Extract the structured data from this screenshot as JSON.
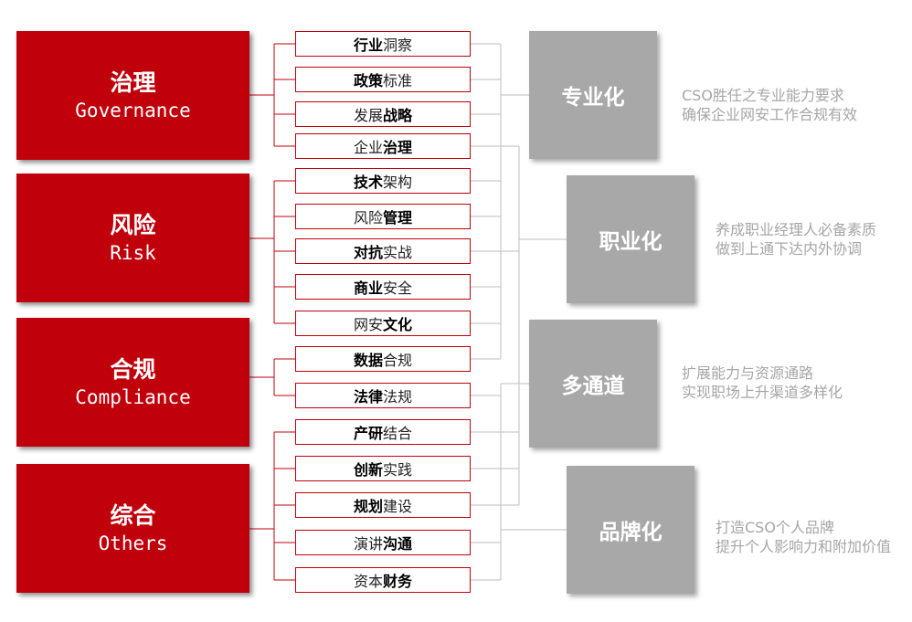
{
  "colors": {
    "category_fill": "#c0000b",
    "item_border": "#c0000b",
    "goal_fill": "#a8a8a8",
    "desc_text": "#a6a6a6",
    "connector_gray": "#bdbdbd"
  },
  "categories": [
    {
      "cn": "治理",
      "en": "Governance"
    },
    {
      "cn": "风险",
      "en": "Risk"
    },
    {
      "cn": "合规",
      "en": "Compliance"
    },
    {
      "cn": "综合",
      "en": "Others"
    }
  ],
  "items": [
    {
      "bold": "行业",
      "normal": "洞察",
      "bold_first": true
    },
    {
      "bold": "政策",
      "normal": "标准",
      "bold_first": true
    },
    {
      "bold": "战略",
      "normal": "发展",
      "bold_first": false
    },
    {
      "bold": "治理",
      "normal": "企业",
      "bold_first": false
    },
    {
      "bold": "技术",
      "normal": "架构",
      "bold_first": true
    },
    {
      "bold": "管理",
      "normal": "风险",
      "bold_first": false
    },
    {
      "bold": "对抗",
      "normal": "实战",
      "bold_first": true
    },
    {
      "bold": "商业",
      "normal": "安全",
      "bold_first": true
    },
    {
      "bold": "文化",
      "normal": "网安",
      "bold_first": false
    },
    {
      "bold": "数据",
      "normal": "合规",
      "bold_first": true
    },
    {
      "bold": "法律",
      "normal": "法规",
      "bold_first": true
    },
    {
      "bold": "产研",
      "normal": "结合",
      "bold_first": true
    },
    {
      "bold": "创新",
      "normal": "实践",
      "bold_first": true
    },
    {
      "bold": "规划",
      "normal": "建设",
      "bold_first": true
    },
    {
      "bold": "沟通",
      "normal": "演讲",
      "bold_first": false
    },
    {
      "bold": "财务",
      "normal": "资本",
      "bold_first": false
    }
  ],
  "goals": [
    {
      "label": "专业化",
      "desc": [
        "CSO胜任之专业能力要求",
        "确保企业网安工作合规有效"
      ]
    },
    {
      "label": "职业化",
      "desc": [
        "养成职业经理人必备素质",
        "做到上通下达内外协调"
      ]
    },
    {
      "label": "多通道",
      "desc": [
        "扩展能力与资源通路",
        "实现职场上升渠道多样化"
      ]
    },
    {
      "label": "品牌化",
      "desc": [
        "打造CSO个人品牌",
        "提升个人影响力和附加价值"
      ]
    }
  ]
}
